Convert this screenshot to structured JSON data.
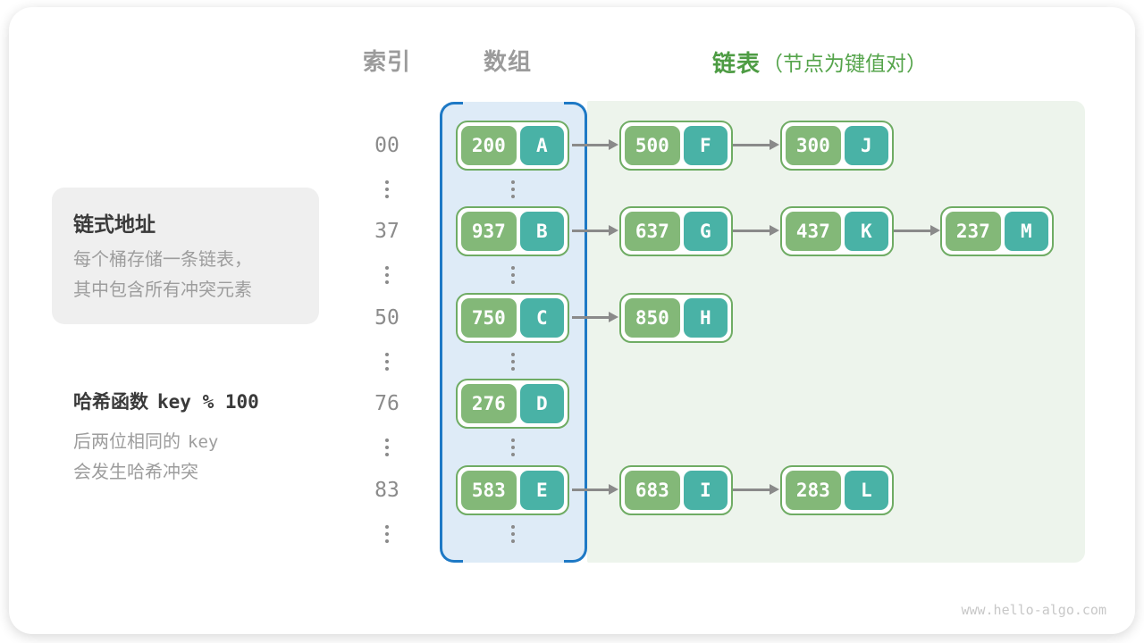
{
  "headers": {
    "index": "索引",
    "array": "数组",
    "list": "链表",
    "list_note": "（节点为键值对）"
  },
  "callout": {
    "title": "链式地址",
    "line1": "每个桶存储一条链表，",
    "line2": "其中包含所有冲突元素"
  },
  "hash_note": {
    "title_cn": "哈希函数",
    "title_code": "key % 100",
    "line1_cn": "后两位相同的",
    "line1_code": "key",
    "line2": "会发生哈希冲突"
  },
  "rows": [
    {
      "index": "00",
      "bucket": {
        "key": "200",
        "val": "A"
      },
      "chain": [
        {
          "key": "500",
          "val": "F"
        },
        {
          "key": "300",
          "val": "J"
        }
      ]
    },
    {
      "index": "37",
      "bucket": {
        "key": "937",
        "val": "B"
      },
      "chain": [
        {
          "key": "637",
          "val": "G"
        },
        {
          "key": "437",
          "val": "K"
        },
        {
          "key": "237",
          "val": "M"
        }
      ]
    },
    {
      "index": "50",
      "bucket": {
        "key": "750",
        "val": "C"
      },
      "chain": [
        {
          "key": "850",
          "val": "H"
        }
      ]
    },
    {
      "index": "76",
      "bucket": {
        "key": "276",
        "val": "D"
      },
      "chain": []
    },
    {
      "index": "83",
      "bucket": {
        "key": "583",
        "val": "E"
      },
      "chain": [
        {
          "key": "683",
          "val": "I"
        },
        {
          "key": "283",
          "val": "L"
        }
      ]
    }
  ],
  "colors": {
    "accent_blue": "#1E79C5",
    "array_bg": "#DEEBF7",
    "list_bg": "#EDF4EC",
    "key_green": "#83B878",
    "value_teal": "#49B2A6",
    "node_border": "#6FAC64",
    "header_green": "#4E9C44",
    "arrow_gray": "#8A8A8A"
  },
  "footer": {
    "watermark": "www.hello-algo.com"
  }
}
